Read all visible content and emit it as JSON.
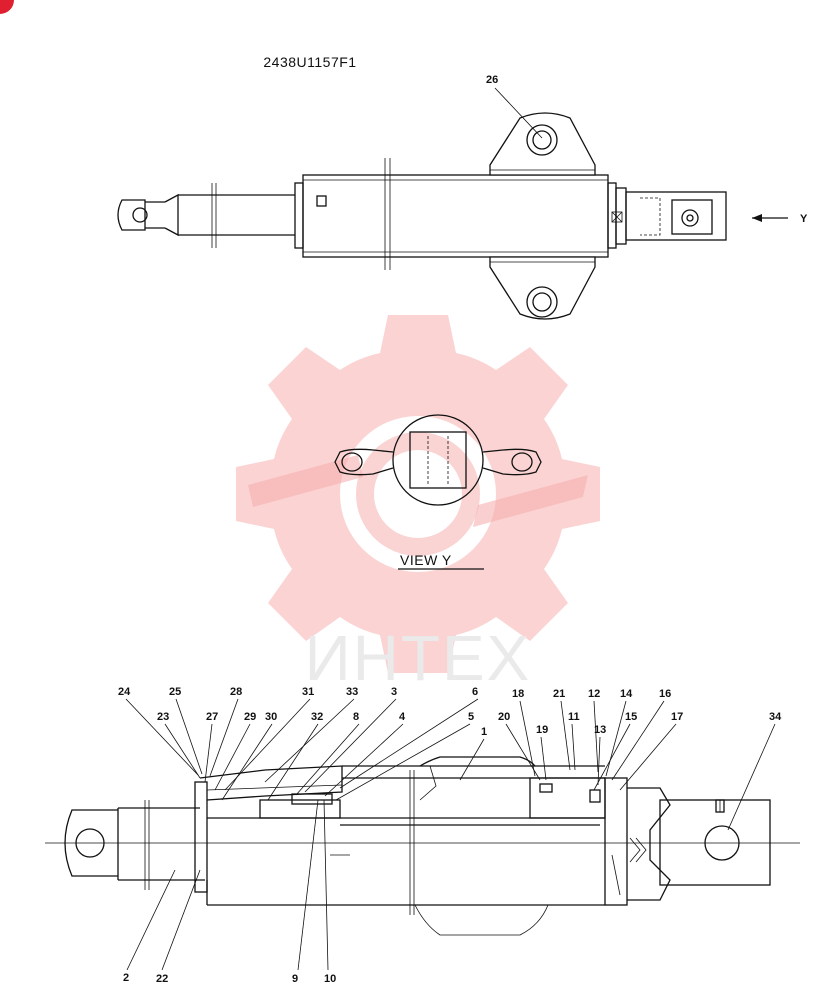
{
  "drawing_number": "2438U1157F1",
  "view_label": "VIEW    Y",
  "arrow_label": "Y",
  "watermark": {
    "text": "ИНТЕХ",
    "color": "#f07070",
    "badge_color": "#e02030"
  },
  "callouts_top": [
    {
      "num": "26"
    }
  ],
  "callouts_bottom": [
    {
      "num": "24"
    },
    {
      "num": "25"
    },
    {
      "num": "28"
    },
    {
      "num": "31"
    },
    {
      "num": "33"
    },
    {
      "num": "3"
    },
    {
      "num": "6"
    },
    {
      "num": "18"
    },
    {
      "num": "21"
    },
    {
      "num": "12"
    },
    {
      "num": "14"
    },
    {
      "num": "16"
    },
    {
      "num": "23"
    },
    {
      "num": "27"
    },
    {
      "num": "29"
    },
    {
      "num": "30"
    },
    {
      "num": "32"
    },
    {
      "num": "8"
    },
    {
      "num": "4"
    },
    {
      "num": "5"
    },
    {
      "num": "1"
    },
    {
      "num": "20"
    },
    {
      "num": "19"
    },
    {
      "num": "11"
    },
    {
      "num": "13"
    },
    {
      "num": "15"
    },
    {
      "num": "17"
    },
    {
      "num": "34"
    },
    {
      "num": "2"
    },
    {
      "num": "22"
    },
    {
      "num": "9"
    },
    {
      "num": "10"
    }
  ]
}
